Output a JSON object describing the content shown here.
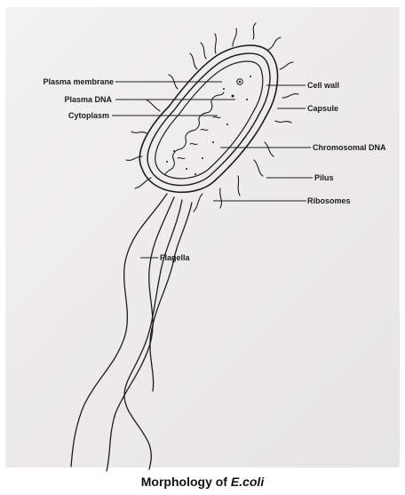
{
  "labels": {
    "plasma_membrane": "Plasma membrane",
    "plasma_dna": "Plasma DNA",
    "cytoplasm": "Cytoplasm",
    "cell_wall": "Cell wall",
    "capsule": "Capsule",
    "chromosomal_dna": "Chromosomal DNA",
    "pilus": "Pilus",
    "ribosomes": "Ribosomes",
    "flagella": "Flagella"
  },
  "caption": {
    "prefix": "Morphology of ",
    "organism": "E.coli"
  }
}
